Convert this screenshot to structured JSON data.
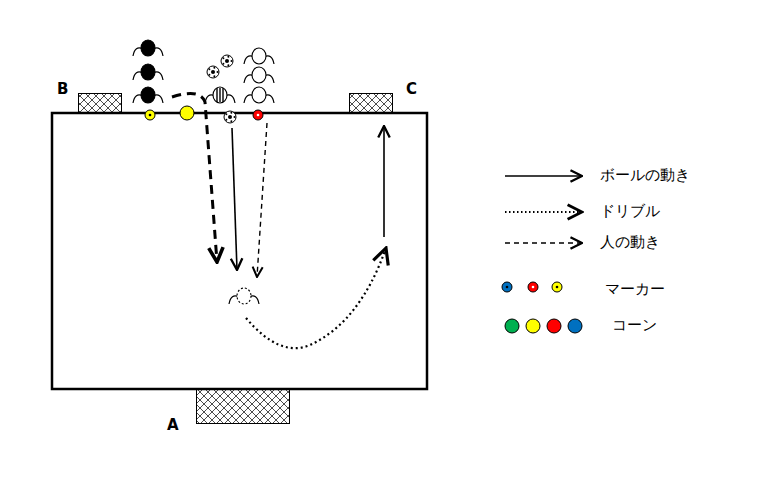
{
  "diagram": {
    "nodes": [
      {
        "text": [
          "B"
        ]
      },
      {
        "text": [
          "C"
        ]
      },
      {
        "text": [
          "A"
        ]
      }
    ],
    "legend": [
      {
        "text": "ボールの動き"
      },
      {
        "text": "ドリブル"
      },
      {
        "text": "人の動き"
      },
      {
        "text": "マーカー"
      },
      {
        "text": "コーン"
      }
    ]
  }
}
